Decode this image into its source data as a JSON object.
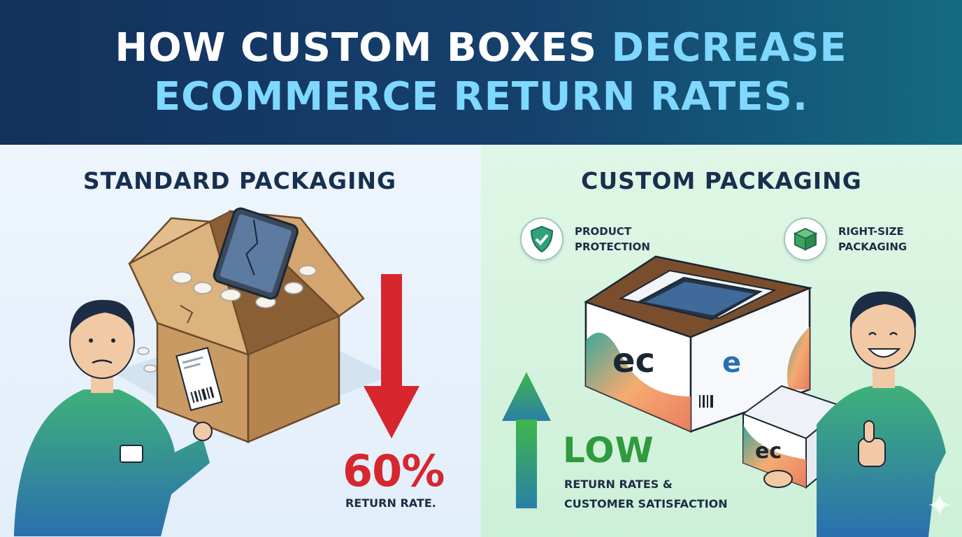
{
  "header": {
    "line1_white": "HOW CUSTOM BOXES ",
    "line1_cyan": "DECREASE",
    "line2_cyan": "ECOMMERCE RETURN RATES."
  },
  "left": {
    "title": "STANDARD PACKAGING",
    "stat_value": "60%",
    "stat_label": "RETURN RATE."
  },
  "right": {
    "title": "CUSTOM PACKAGING",
    "badge1": "PRODUCT\nPROTECTION",
    "badge2": "RIGHT-SIZE\nPACKAGING",
    "low_label": "LOW",
    "low_sub_1": "RETURN RATES &",
    "low_sub_2": "CUSTOMER SATISFACTION",
    "box_logo": "ec"
  },
  "colors": {
    "header_dark": "#14305c",
    "header_cyan": "#7fd8ff",
    "red_arrow": "#d7262e",
    "green_arrow": "#2f9a3e",
    "cardboard": "#c99a63"
  },
  "icons": [
    "shield-check-icon",
    "box-icon",
    "arrow-down-icon",
    "arrow-up-icon",
    "sparkle-icon"
  ]
}
